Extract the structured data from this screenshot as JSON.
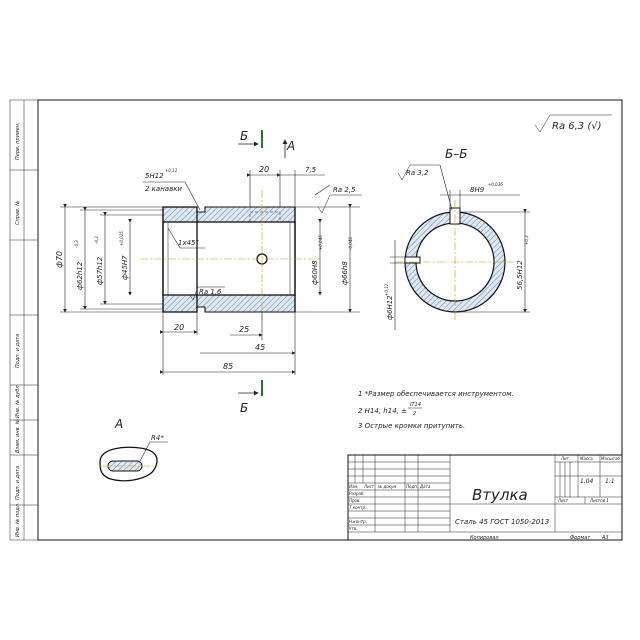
{
  "colors": {
    "line": "#222222",
    "hatch": "#3a6ea5",
    "axis": "#c8a000",
    "accent": "#1a7a2e",
    "fill": "#dfe7ef"
  },
  "roughness_general": "Ra 6,3 (√)",
  "section_marks": {
    "b_top": "Б",
    "b_bottom": "Б",
    "arrow_a": "А",
    "section_bb": "Б–Б",
    "view_a": "А"
  },
  "main_view": {
    "dims": {
      "d70": "ф70",
      "d62": "ф62h12",
      "d62_tol": "-0,3",
      "d57": "ф57h12",
      "d57_tol": "-0,3",
      "d45": "ф45H7",
      "d45_tol": "+0,025",
      "d60": "ф60H8",
      "d60_tol": "+0,046",
      "d66": "ф66h8",
      "d66_tol": "-0,046",
      "groove": "5H12",
      "groove_tol": "+0,12",
      "groove_note": "2 канавки",
      "chamfer": "1х45°",
      "w20_top": "20",
      "w7_5": "7,5",
      "w20_bottom": "20",
      "w25": "25",
      "w45": "45",
      "w85": "85",
      "ra25": "Ra 2,5",
      "ra16": "Ra 1,6"
    }
  },
  "section_view": {
    "ra32": "Ra 3,2",
    "key": "8H9",
    "key_tol": "+0,036",
    "depth": "56,5H12",
    "depth_tol": "+0,3",
    "bore": "ф6H12",
    "bore_tol": "+0,12"
  },
  "detail_a": {
    "radius": "R4*"
  },
  "notes": [
    "1 *Размер обеспечивается инструментом.",
    "2 H14, h14, ±",
    "3 Острые кромки притупить."
  ],
  "note_fraction": {
    "num": "IT14",
    "den": "2"
  },
  "left_strip": [
    "Перв. примен.",
    "Справ. №",
    "Подп. и дата",
    "Инв. № дубл.",
    "Взам. инв. №",
    "Подп. и дата",
    "Инв. № подл."
  ],
  "title_block": {
    "name": "Втулка",
    "material": "Сталь 45 ГОСТ 1050-2013",
    "col_izm": "Изм.",
    "col_list": "Лист",
    "col_ndoc": "№ докум.",
    "col_podp": "Подп.",
    "col_data": "Дата",
    "razrab": "Разраб.",
    "prov": "Пров.",
    "tkontr": "Т.контр.",
    "nkontr": "Н.контр.",
    "utv": "Утв.",
    "lit_h": "Лит.",
    "mass_h": "Масса",
    "scale_h": "Масштаб",
    "mass": "1,04",
    "scale": "1:1",
    "sheet": "Лист",
    "sheets": "Листов 1",
    "copied": "Копировал",
    "format": "Формат",
    "format_val": "А3"
  }
}
